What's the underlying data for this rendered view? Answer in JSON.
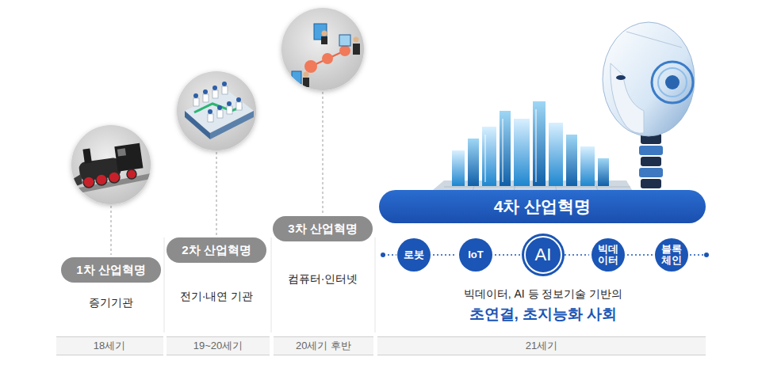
{
  "diagram": {
    "nodes": [
      {
        "text": [
          "1차 산업혁명"
        ]
      },
      {
        "text": [
          "2차 산업혁명"
        ]
      },
      {
        "text": [
          "3차 산업혁명"
        ]
      },
      {
        "text": [
          "4차 산업혁명"
        ]
      },
      {
        "text": [
          "로봇"
        ]
      },
      {
        "text": [
          "IoT"
        ]
      },
      {
        "text": [
          "AI"
        ]
      },
      {
        "text": [
          "빅데이터"
        ]
      },
      {
        "text": [
          "블록체인"
        ]
      },
      {
        "text": [
          "18세기"
        ]
      },
      {
        "text": [
          "19~20세기"
        ]
      },
      {
        "text": [
          "20세기 후반"
        ]
      },
      {
        "text": [
          "21세기"
        ]
      }
    ],
    "edges": [
      {
        "from": 4,
        "to": 5,
        "arrow": "none"
      },
      {
        "from": 5,
        "to": 6,
        "arrow": "none"
      },
      {
        "from": 6,
        "to": 7,
        "arrow": "none"
      },
      {
        "from": 7,
        "to": 8,
        "arrow": "none"
      }
    ],
    "labels": [
      "증기기관",
      "전기·내연 기관",
      "컴퓨터·인터넷",
      "빅데이터, AI 등 정보기술 기반의",
      "초연결, 초지능화 사회"
    ]
  }
}
